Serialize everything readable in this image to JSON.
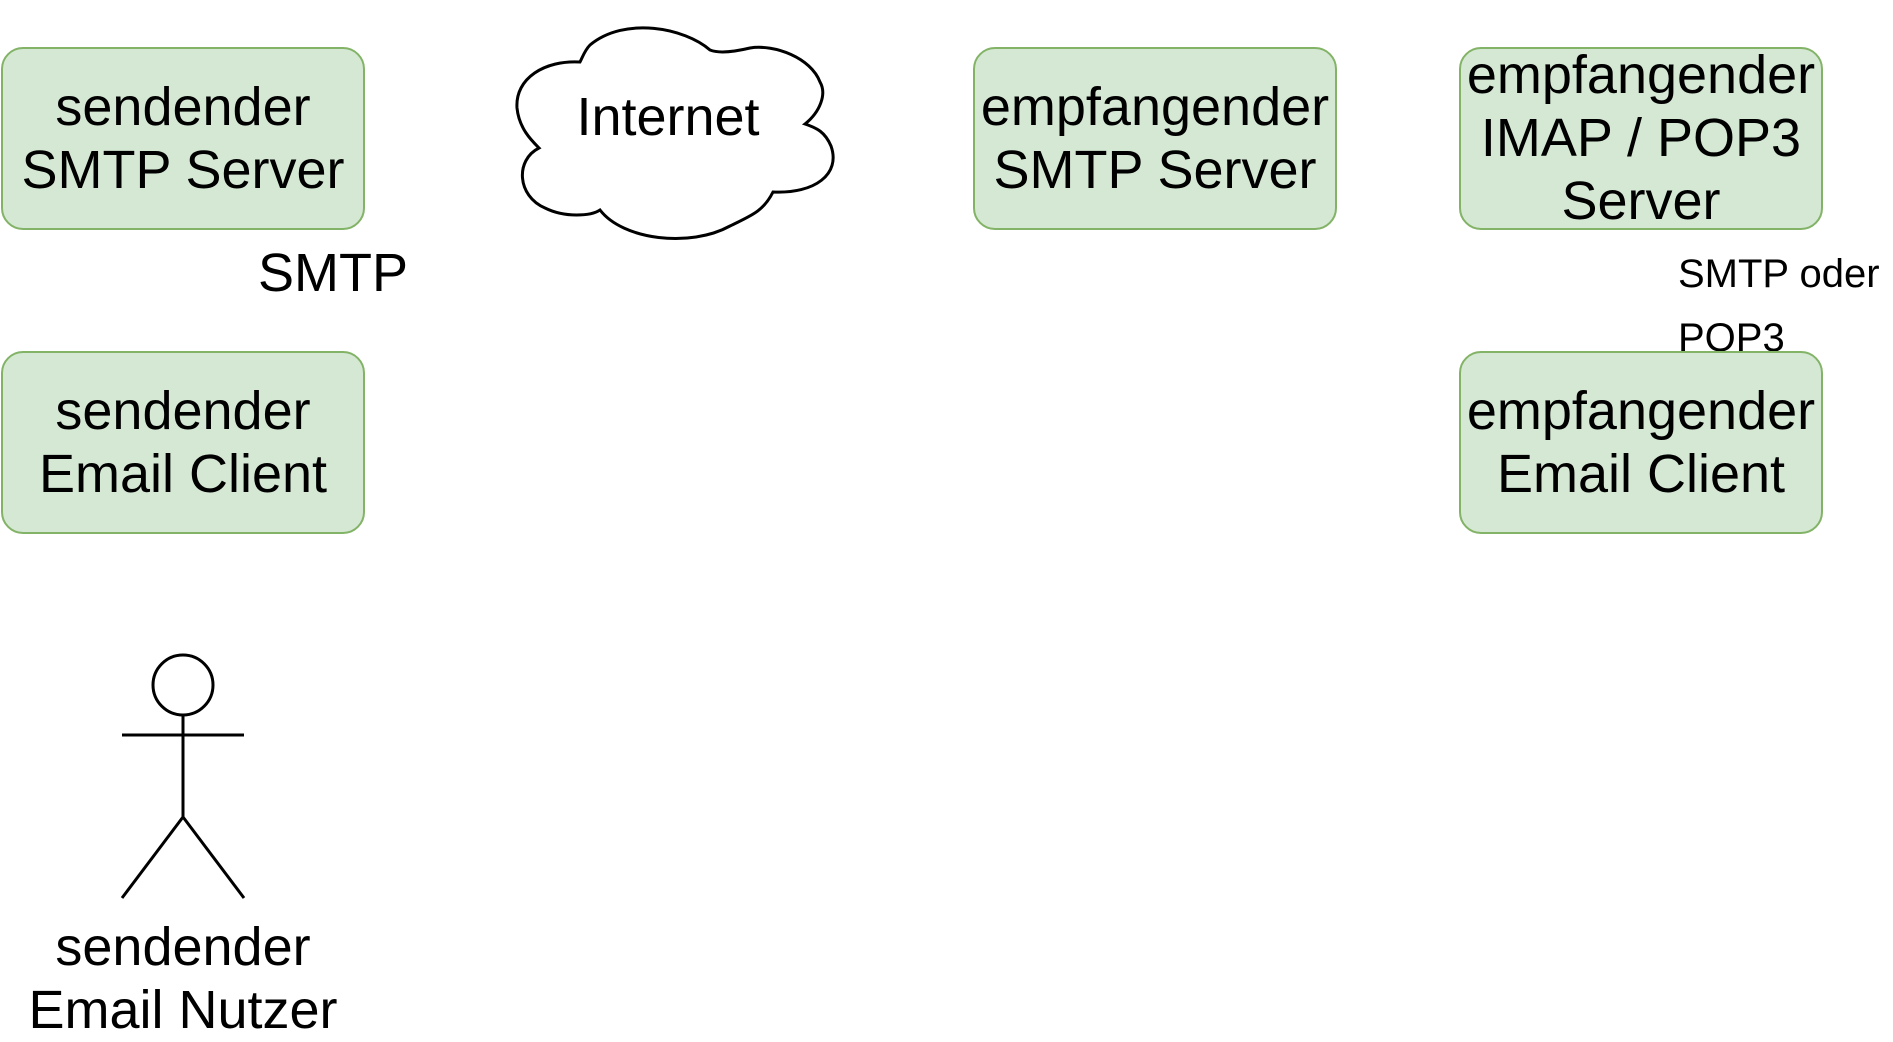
{
  "diagram": {
    "nodes": {
      "sender_smtp": {
        "label": "sendender\nSMTP Server"
      },
      "internet": {
        "label": "Internet"
      },
      "receiver_smtp": {
        "label": "empfangender\nSMTP Server"
      },
      "receiver_imap": {
        "label": "empfangender\nIMAP / POP3\nServer"
      },
      "sender_client": {
        "label": "sendender\nEmail Client"
      },
      "receiver_client": {
        "label": "empfangender\nEmail Client"
      },
      "sender_user": {
        "label": "sendender\nEmail Nutzer"
      }
    },
    "edge_labels": {
      "smtp": "SMTP",
      "smtp_or_pop3": "SMTP oder\nPOP3"
    }
  },
  "colors": {
    "node_fill": "#d5e8d4",
    "node_stroke": "#82b366",
    "shape_stroke": "#000000"
  },
  "icons": {
    "cloud": "cloud-icon",
    "actor": "actor-icon"
  }
}
